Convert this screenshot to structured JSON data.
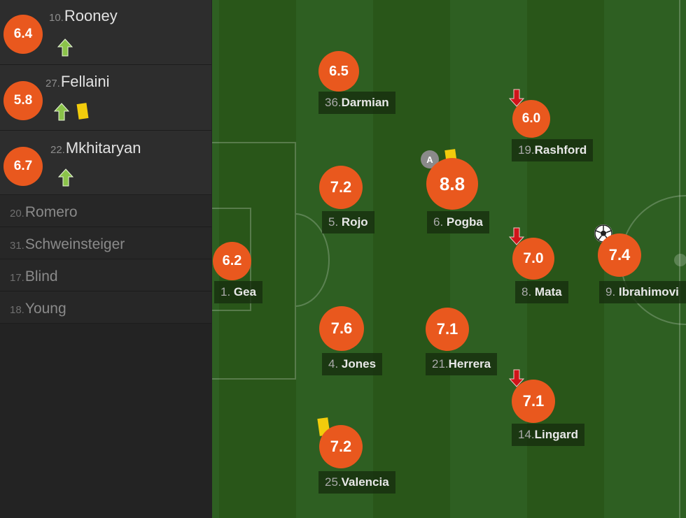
{
  "substitutes_used": [
    {
      "rating": "6.4",
      "number": "10.",
      "name": "Rooney",
      "icon": "sub-in-arrow-icon"
    },
    {
      "rating": "5.8",
      "number": "27.",
      "name": "Fellaini",
      "icon": "sub-in-arrow-icon",
      "card": "yellow"
    },
    {
      "rating": "6.7",
      "number": "22.",
      "name": "Mkhitaryan",
      "icon": "sub-in-arrow-icon"
    }
  ],
  "bench": [
    {
      "number": "20.",
      "name": "Romero"
    },
    {
      "number": "31.",
      "name": "Schweinsteiger"
    },
    {
      "number": "17.",
      "name": "Blind"
    },
    {
      "number": "18.",
      "name": "Young"
    }
  ],
  "players": {
    "gea": {
      "rating": "6.2",
      "number": "1. ",
      "name": "Gea"
    },
    "damian": {
      "rating": "6.5",
      "number": "36.",
      "name": "Darmian"
    },
    "rojo": {
      "rating": "7.2",
      "number": "5. ",
      "name": "Rojo"
    },
    "jones": {
      "rating": "7.6",
      "number": "4. ",
      "name": "Jones"
    },
    "valencia": {
      "rating": "7.2",
      "number": "25.",
      "name": "Valencia",
      "card": "yellow"
    },
    "pogba": {
      "rating": "8.8",
      "number": "6. ",
      "name": "Pogba",
      "badge": "A",
      "card": "yellow"
    },
    "herrera": {
      "rating": "7.1",
      "number": "21.",
      "name": "Herrera"
    },
    "rashford": {
      "rating": "6.0",
      "number": "19.",
      "name": "Rashford",
      "icon": "sub-out-arrow-icon"
    },
    "mata": {
      "rating": "7.0",
      "number": "8. ",
      "name": "Mata",
      "icon": "sub-out-arrow-icon"
    },
    "lingard": {
      "rating": "7.1",
      "number": "14.",
      "name": "Lingard",
      "icon": "sub-out-arrow-icon"
    },
    "ibrahimovic": {
      "rating": "7.4",
      "number": "9. ",
      "name": "Ibrahimovi",
      "icon": "goal-ball-icon"
    }
  },
  "colors": {
    "rating_circle": "#e9581e",
    "pitch_light": "#2e5f22",
    "pitch_dark": "#295619",
    "sub_in_arrow": "#8bc34a",
    "sub_out_arrow": "#d0141a",
    "yellow_card": "#f2cc0c"
  }
}
